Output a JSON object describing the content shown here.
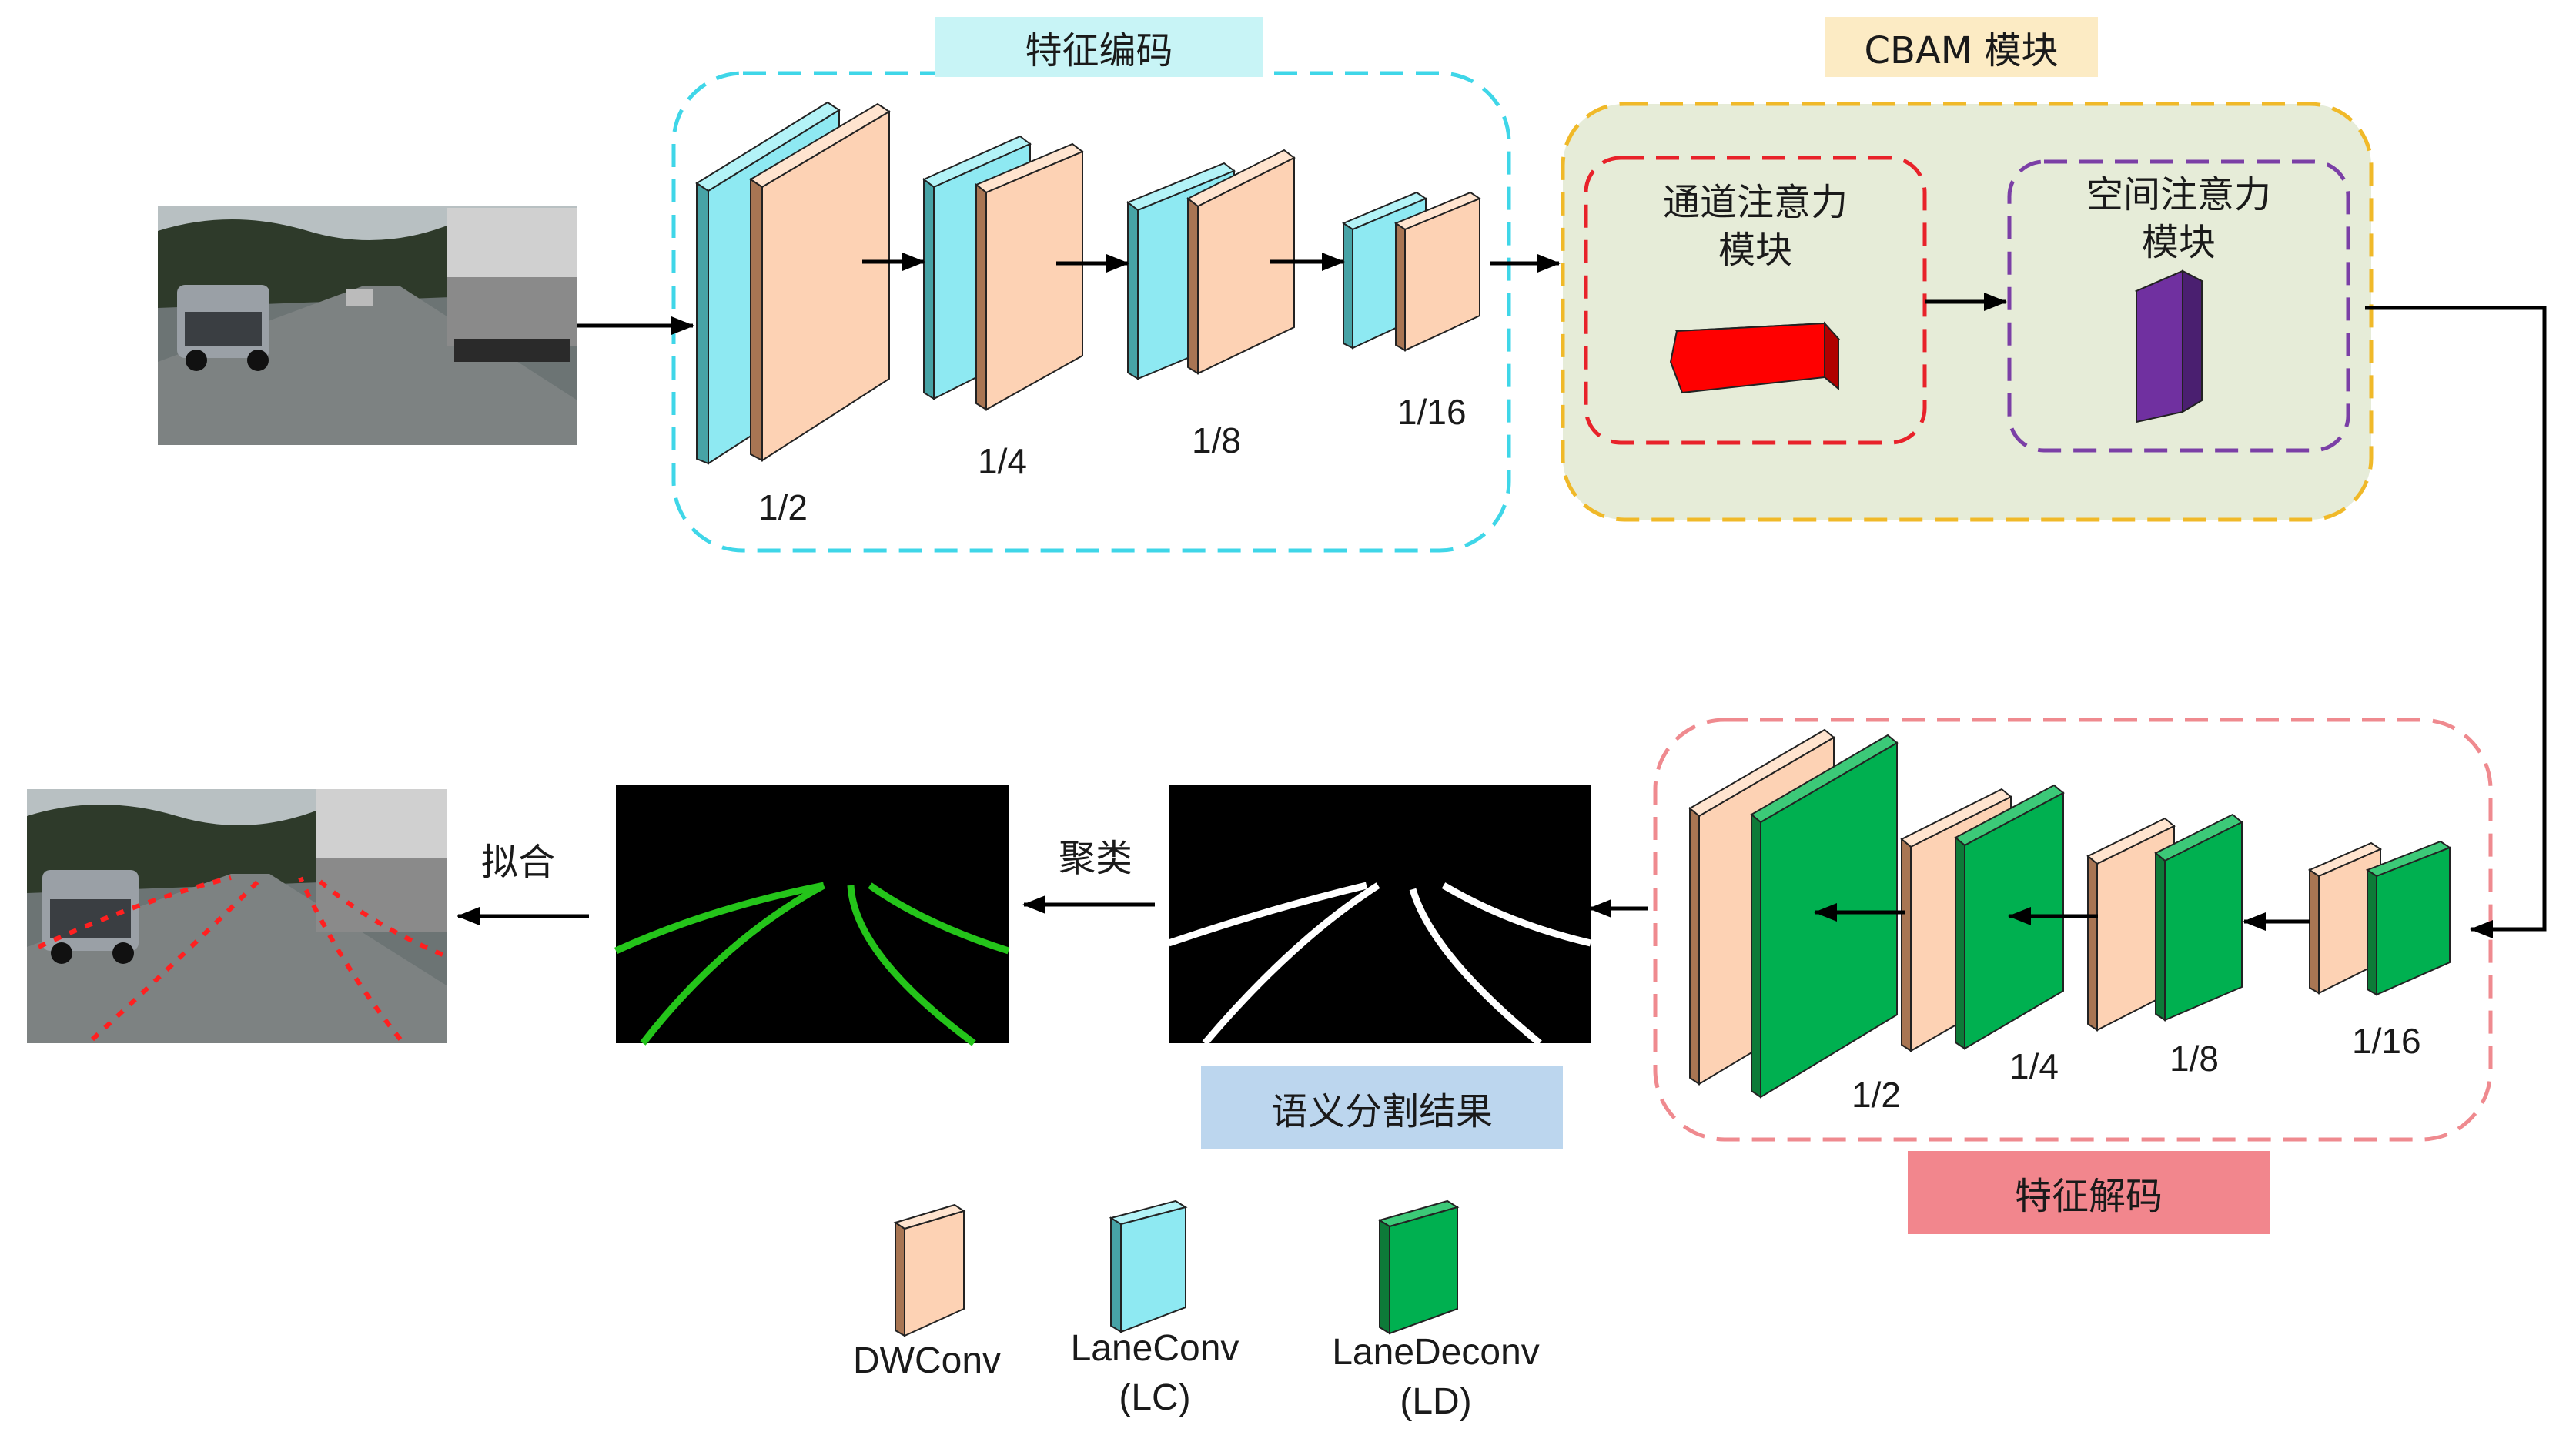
{
  "encoder": {
    "title": "特征编码",
    "scales": [
      "1/2",
      "1/4",
      "1/8",
      "1/16"
    ]
  },
  "cbam": {
    "title": "CBAM 模块",
    "channel_attention": "通道注意力\n模块",
    "spatial_attention": "空间注意力\n模块"
  },
  "decoder": {
    "title": "特征解码",
    "scales": [
      "1/2",
      "1/4",
      "1/8",
      "1/16"
    ]
  },
  "pipeline": {
    "seg_result_label": "语义分割结果",
    "clustering_label": "聚类",
    "fitting_label": "拟合"
  },
  "legend": {
    "dwconv": "DWConv",
    "laneconv": "LaneConv\n(LC)",
    "lanedeconv": "LaneDeconv\n(LD)"
  },
  "colors": {
    "dwconv_front": "#fdd2b4",
    "dwconv_side": "#a87553",
    "laneconv_front": "#8ee9f2",
    "laneconv_side": "#47a3a6",
    "lanedeconv_front": "#00b050",
    "lanedeconv_side": "#0d7a38",
    "encoder_border": "#3fd6e8",
    "cbam_border": "#f0b929",
    "cbam_fill": "#e6ecd8",
    "channel_border": "#e8222a",
    "spatial_border": "#7b3fa6",
    "decoder_border": "#ef8a8f",
    "encoder_title_bg": "#c8f4f6",
    "cbam_title_bg": "#fcebc4",
    "decoder_title_bg": "#f2868d",
    "seg_title_bg": "#bcd6ee"
  }
}
